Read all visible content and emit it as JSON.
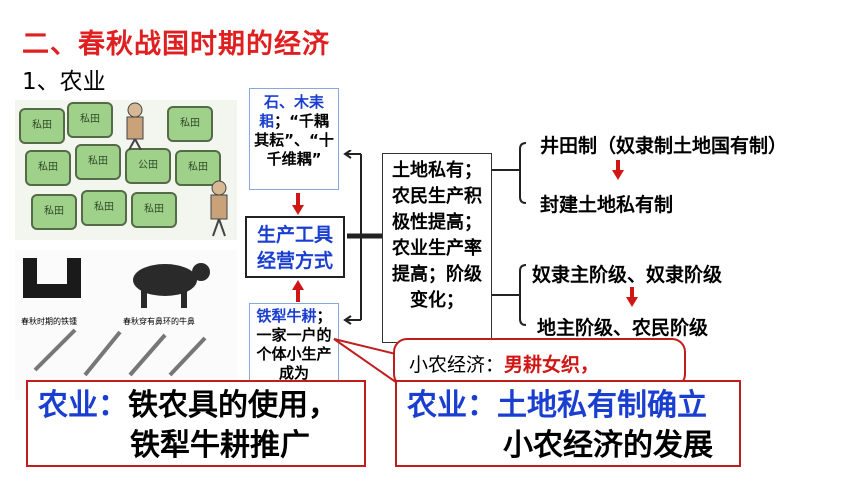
{
  "title": "二、春秋战国时期的经济",
  "subtitle": "1、农业",
  "field_image": {
    "plot_label": "私田",
    "plot_label_alt": "公田"
  },
  "tools_image": {
    "caption_left": "春秋时期的铁锺",
    "caption_right": "春秋穿有鼻环的牛鼻"
  },
  "top_box": {
    "blue": "石、木耒耜",
    "rest": "；“千耦其耘”、“十千维耦”"
  },
  "center_box": {
    "line1": "生产工具",
    "line2": "经营方式"
  },
  "bottom_box": {
    "blue": "铁犁牛耕",
    "rest": "；一家一户的个体小生产成为"
  },
  "main_box": {
    "text": "土地私有；农民生产积极性提高；农业生产率提高；阶级变化；"
  },
  "right_top": {
    "line1": "井田制（奴隶制土地国有制）",
    "line2": "封建土地私有制"
  },
  "right_bottom": {
    "line1": "奴隶主阶级、奴隶阶级",
    "line2": "地主阶级、农民阶级"
  },
  "small_callout": {
    "prefix": "小农经济：",
    "highlight": "男耕女织，"
  },
  "left_callout": {
    "label": "农业：",
    "line1": "铁农具的使用，",
    "line2": "铁犁牛耕推广"
  },
  "right_callout": {
    "label": "农业：",
    "line1": "土地私有制确立",
    "line2": "小农经济的发展"
  },
  "colors": {
    "title_red": "#e02020",
    "accent_blue": "#1a3fd0",
    "arrow_red": "#d01515",
    "callout_border": "#c21d1d"
  }
}
